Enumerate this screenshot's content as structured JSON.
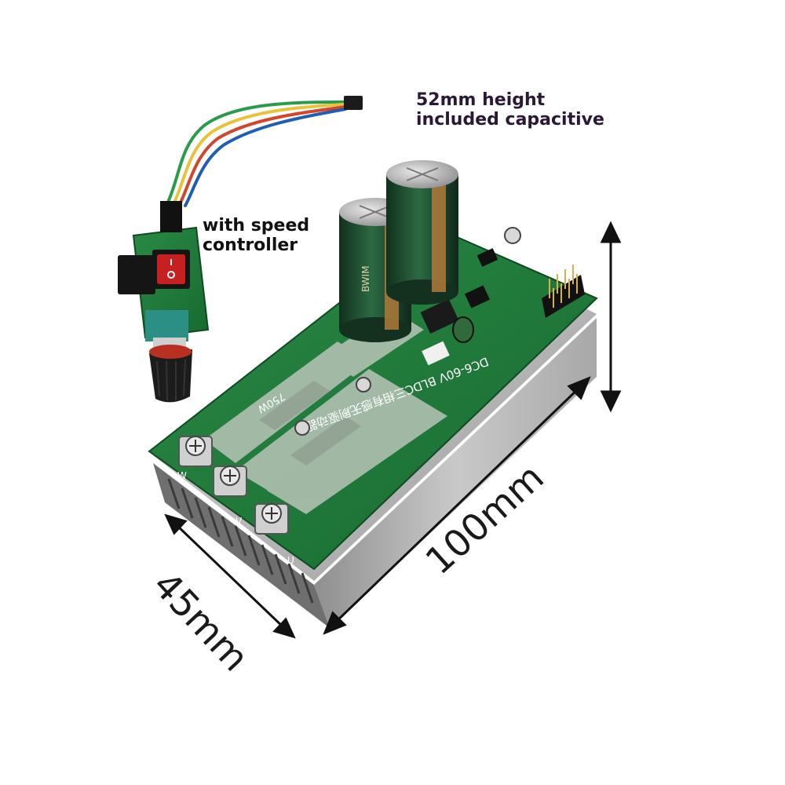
{
  "annotations": {
    "height_note_line1": "52mm height",
    "height_note_line2": "included capacitive",
    "controller_note_line1": "with speed",
    "controller_note_line2": "controller",
    "length_label": "100mm",
    "width_label": "45mm"
  },
  "board": {
    "model_text": "DC6-60V BLDC三相有感无刷驱动器",
    "power_text": "750W",
    "terminal_letters": [
      "W",
      "V",
      "U"
    ],
    "capacitor_marking": "BWIM"
  },
  "colors": {
    "pcb_green": "#1f7a3a",
    "heatsink_silver": "#bdbdbd",
    "capacitor_green": "#1f4a2e",
    "height_caption": "#2b1838"
  },
  "icons": {
    "rocker_switch": "rocker-switch-icon",
    "potentiometer_knob": "knob-icon"
  }
}
